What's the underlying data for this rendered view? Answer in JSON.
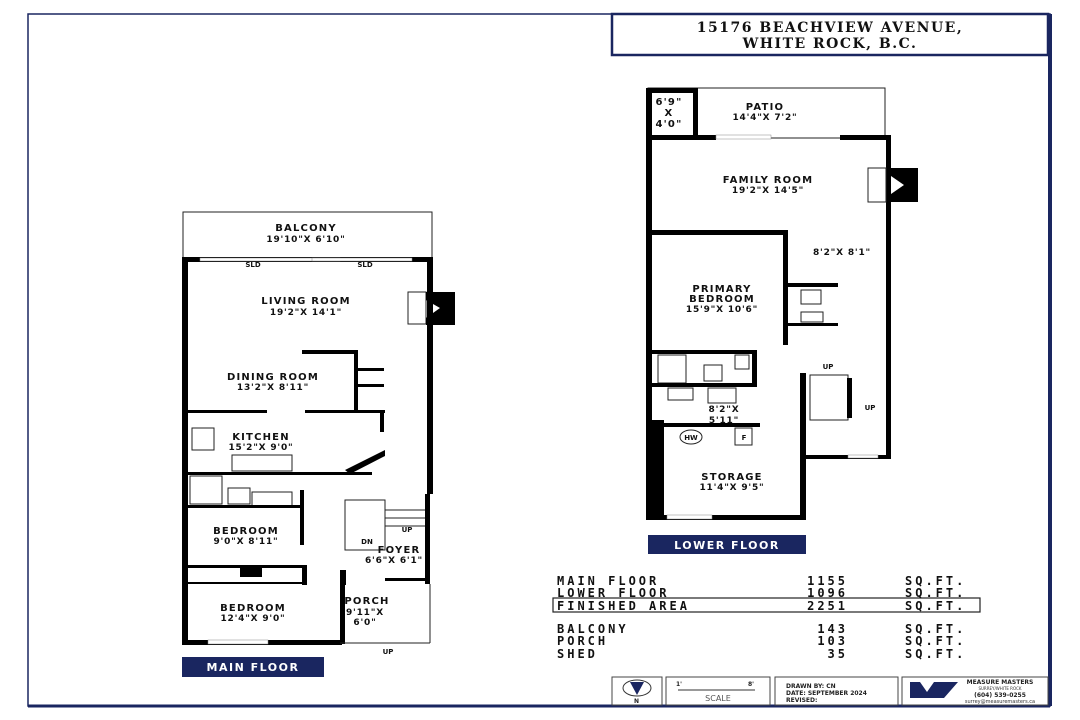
{
  "title": {
    "line1": "15176 BEACHVIEW AVENUE,",
    "line2": "WHITE ROCK, B.C."
  },
  "colors": {
    "navy": "#1a2660",
    "wall": "#000000"
  },
  "main_floor": {
    "label": "MAIN FLOOR",
    "rooms": [
      {
        "name": "BALCONY",
        "dims": "19'10\"X 6'10\""
      },
      {
        "name": "LIVING ROOM",
        "dims": "19'2\"X 14'1\""
      },
      {
        "name": "DINING ROOM",
        "dims": "13'2\"X 8'11\""
      },
      {
        "name": "KITCHEN",
        "dims": "15'2\"X 9'0\""
      },
      {
        "name": "BEDROOM",
        "dims": "9'0\"X 8'11\""
      },
      {
        "name": "BEDROOM",
        "dims": "12'4\"X 9'0\""
      },
      {
        "name": "FOYER",
        "dims": "6'6\"X 6'1\""
      },
      {
        "name": "PORCH",
        "dims1": "9'11\"X",
        "dims2": "6'0\""
      }
    ],
    "sld1": "SLD",
    "sld2": "SLD",
    "up_stair": "UP",
    "dn_stair": "DN",
    "up_porch": "UP"
  },
  "lower_floor": {
    "label": "LOWER FLOOR",
    "shed": {
      "d1": "6'9\"",
      "d2": "X",
      "d3": "4'0\""
    },
    "rooms": [
      {
        "name": "PATIO",
        "dims": "14'4\"X 7'2\""
      },
      {
        "name": "FAMILY ROOM",
        "dims": "19'2\"X 14'5\""
      },
      {
        "name": "",
        "dims": "8'2\"X 8'1\""
      },
      {
        "name1": "PRIMARY",
        "name2": "BEDROOM",
        "dims": "15'9\"X 10'6\""
      },
      {
        "dims1": "8'2\"X",
        "dims2": "5'11\""
      },
      {
        "name": "STORAGE",
        "dims": "11'4\"X 9'5\""
      }
    ],
    "hw": "HW",
    "f": "F",
    "up1": "UP",
    "up2": "UP"
  },
  "areas": [
    {
      "label": "MAIN FLOOR",
      "value": "1155",
      "unit": "SQ.FT."
    },
    {
      "label": "LOWER FLOOR",
      "value": "1096",
      "unit": "SQ.FT."
    },
    {
      "label": "FINISHED AREA",
      "value": "2251",
      "unit": "SQ.FT."
    },
    {
      "label": "BALCONY",
      "value": "143",
      "unit": "SQ.FT."
    },
    {
      "label": "PORCH",
      "value": "103",
      "unit": "SQ.FT."
    },
    {
      "label": "SHED",
      "value": "35",
      "unit": "SQ.FT."
    }
  ],
  "footer": {
    "north": "N",
    "scale_start": "1'",
    "scale_end": "8'",
    "scale_label": "SCALE",
    "drawn_by": "DRAWN BY: CN",
    "date": "DATE: SEPTEMBER 2024",
    "revised": "REVISED:",
    "company": "MEASURE MASTERS",
    "region": "SURREY/WHITE ROCK",
    "phone": "(604) 539-0255",
    "email": "surrey@measuremasters.ca"
  }
}
